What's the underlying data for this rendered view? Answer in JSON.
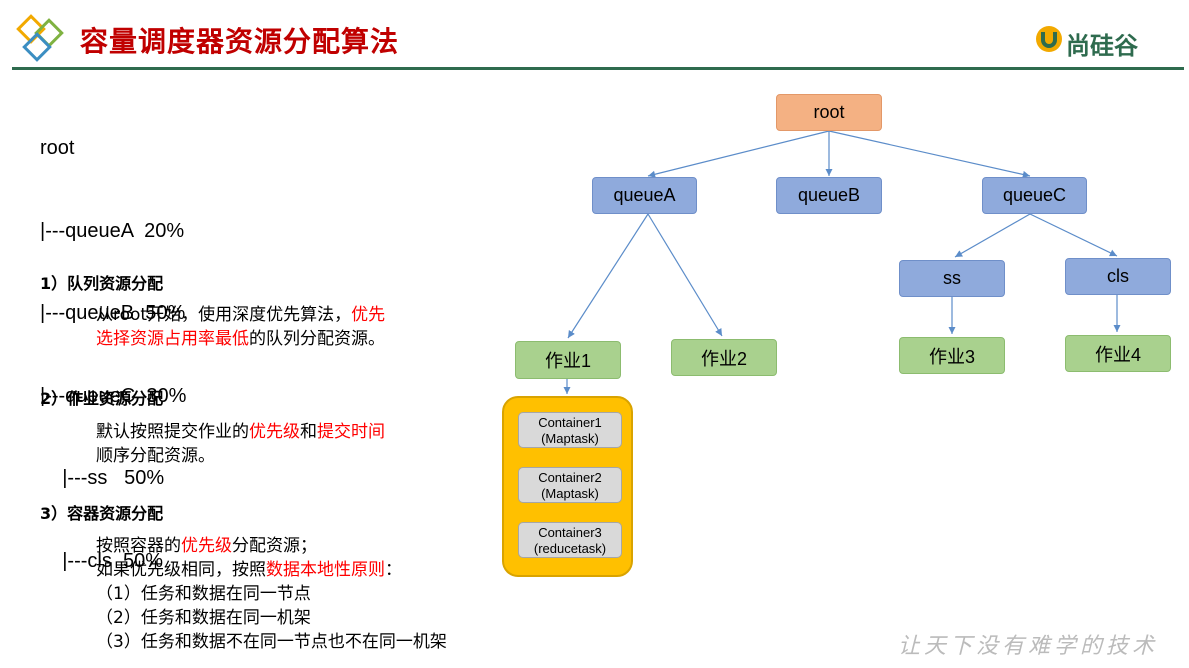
{
  "header": {
    "title": "容量调度器资源分配算法",
    "logo_text": "尚硅谷"
  },
  "tree_text": [
    "root",
    "|---queueA  20%",
    "|---queueB  50%",
    "|---queueC  30%",
    "    |---ss   50%",
    "    |---cls  50%"
  ],
  "sections": [
    {
      "heading": "1）队列资源分配",
      "lines": [
        [
          {
            "t": "从root开始，使用深度优先算法，"
          },
          {
            "t": "优先",
            "red": true
          }
        ],
        [
          {
            "t": "选择资源占用率最低",
            "red": true
          },
          {
            "t": "的队列分配资源。"
          }
        ]
      ]
    },
    {
      "heading": "2）作业资源分配",
      "lines": [
        [
          {
            "t": "默认按照提交作业的"
          },
          {
            "t": "优先级",
            "red": true
          },
          {
            "t": "和"
          },
          {
            "t": "提交时间",
            "red": true
          }
        ],
        [
          {
            "t": "顺序分配资源。"
          }
        ]
      ]
    },
    {
      "heading": "3）容器资源分配",
      "lines": [
        [
          {
            "t": "按照容器的"
          },
          {
            "t": "优先级",
            "red": true
          },
          {
            "t": "分配资源；"
          }
        ],
        [
          {
            "t": "如果优先级相同，按照"
          },
          {
            "t": "数据本地性原则",
            "red": true
          },
          {
            "t": "："
          }
        ],
        [
          {
            "t": "（1）任务和数据在同一节点"
          }
        ],
        [
          {
            "t": "（2）任务和数据在同一机架"
          }
        ],
        [
          {
            "t": "（3）任务和数据不在同一节点也不在同一机架"
          }
        ]
      ]
    }
  ],
  "diagram": {
    "root": "root",
    "queueA": "queueA",
    "queueB": "queueB",
    "queueC": "queueC",
    "ss": "ss",
    "cls": "cls",
    "job1": "作业1",
    "job2": "作业2",
    "job3": "作业3",
    "job4": "作业4",
    "containers": [
      "Container1\n(Maptask)",
      "Container2\n(Maptask)",
      "Container3\n(reducetask)"
    ]
  },
  "watermark": "让天下没有难学的技术",
  "colors": {
    "title": "#c00000",
    "rule": "#2e6b4e",
    "highlight": "#ff0000",
    "queue_node": "#8faadc",
    "root_node": "#f4b183",
    "job_node": "#a9d18e",
    "container_group": "#ffc000",
    "container_node": "#d9d9d9"
  }
}
